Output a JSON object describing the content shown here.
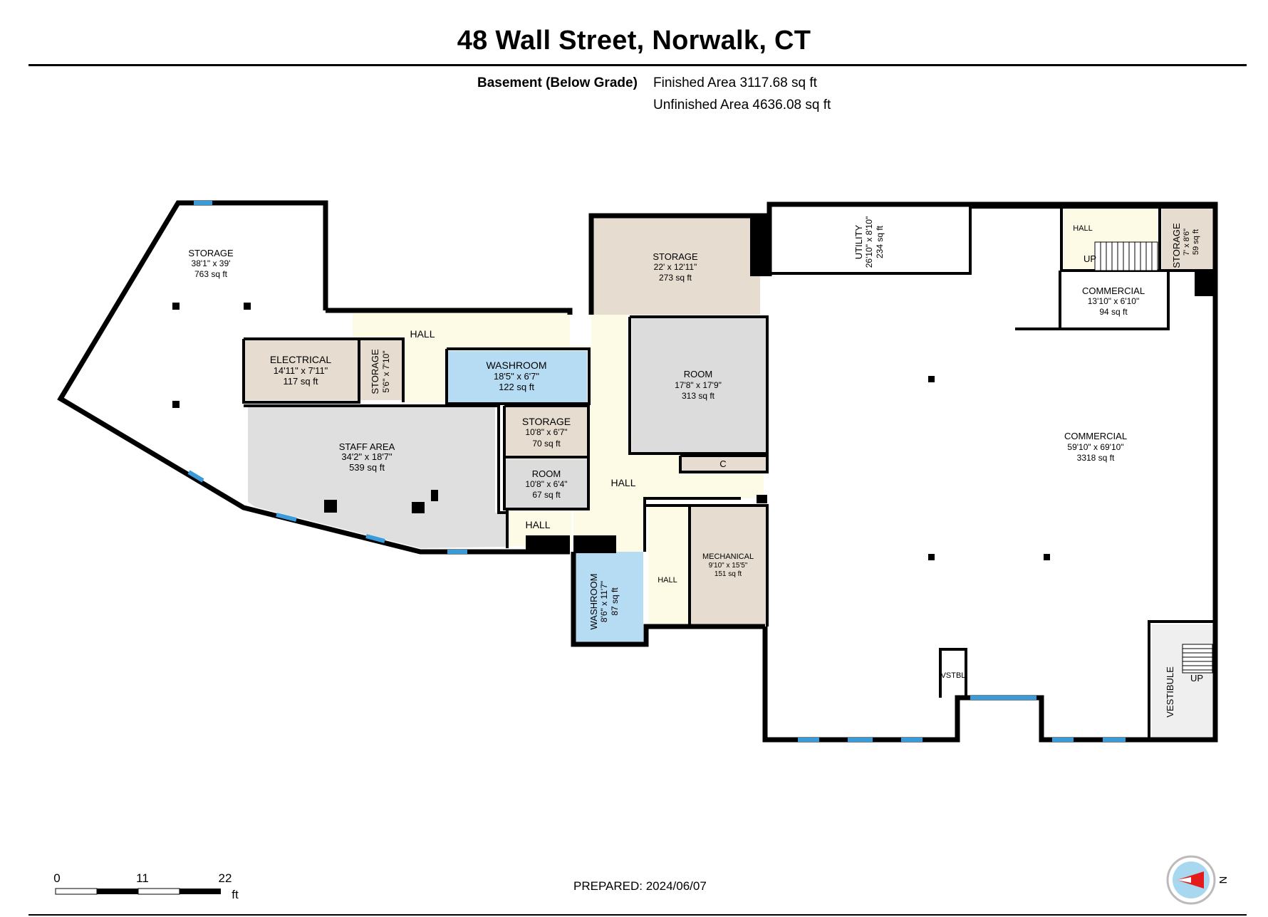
{
  "title": "48 Wall Street, Norwalk, CT",
  "areas": {
    "level": "Basement (Below Grade)",
    "finished": "Finished Area 3117.68 sq ft",
    "unfinished": "Unfinished Area 4636.08 sq ft"
  },
  "rooms": {
    "storage_big": {
      "name": "STORAGE",
      "dims": "38'1\" x 39'",
      "area": "763 sq ft"
    },
    "electrical": {
      "name": "ELECTRICAL",
      "dims": "14'11\" x 7'11\"",
      "area": "117 sq ft"
    },
    "storage_small_v": {
      "name": "STORAGE",
      "dims": "5'6\" x 7'10\""
    },
    "hall_top": {
      "name": "HALL"
    },
    "washroom_a": {
      "name": "WASHROOM",
      "dims": "18'5\" x 6'7\"",
      "area": "122 sq ft"
    },
    "staff_area": {
      "name": "STAFF AREA",
      "dims": "34'2\" x 18'7\"",
      "area": "539 sq ft"
    },
    "storage_mid": {
      "name": "STORAGE",
      "dims": "10'8\" x 6'7\"",
      "area": "70 sq ft"
    },
    "room_small": {
      "name": "ROOM",
      "dims": "10'8\" x 6'4\"",
      "area": "67 sq ft"
    },
    "hall_small": {
      "name": "HALL"
    },
    "washroom_b": {
      "name": "WASHROOM",
      "dims": "8'6\" x 11'7\"",
      "area": "87 sq ft"
    },
    "storage_top": {
      "name": "STORAGE",
      "dims": "22' x 12'11\"",
      "area": "273 sq ft"
    },
    "room_big": {
      "name": "ROOM",
      "dims": "17'8\" x 17'9\"",
      "area": "313 sq ft"
    },
    "closet": {
      "name": "C"
    },
    "hall_center": {
      "name": "HALL"
    },
    "hall_lower": {
      "name": "HALL"
    },
    "mechanical": {
      "name": "MECHANICAL",
      "dims": "9'10\" x 15'5\"",
      "area": "151 sq ft"
    },
    "utility": {
      "name": "UTILITY",
      "dims": "26'10\" x 8'10\"",
      "area": "234 sq ft"
    },
    "hall_stair": {
      "name": "HALL",
      "stair": "UP"
    },
    "storage_corner": {
      "name": "STORAGE",
      "dims": "7' x 8'6\"",
      "area": "59 sq ft"
    },
    "commercial_small": {
      "name": "COMMERCIAL",
      "dims": "13'10\" x 6'10\"",
      "area": "94 sq ft"
    },
    "commercial_big": {
      "name": "COMMERCIAL",
      "dims": "59'10\" x 69'10\"",
      "area": "3318 sq ft"
    },
    "vestibule_small": {
      "name": "VSTBL"
    },
    "vestibule": {
      "name": "VESTIBULE",
      "stair": "UP"
    }
  },
  "scale_bar": {
    "ticks": [
      "0",
      "11",
      "22"
    ],
    "unit": "ft"
  },
  "prepared": "PREPARED: 2024/06/07",
  "compass": {
    "label": "N"
  },
  "colors": {
    "wall": "#000000",
    "hall": "#fdfbe6",
    "washroom": "#b6dcf4",
    "storage": "#e6dccf",
    "room_gray": "#dcdcdc",
    "staff_gray": "#dfdfdf",
    "window": "#3a9bd9"
  }
}
